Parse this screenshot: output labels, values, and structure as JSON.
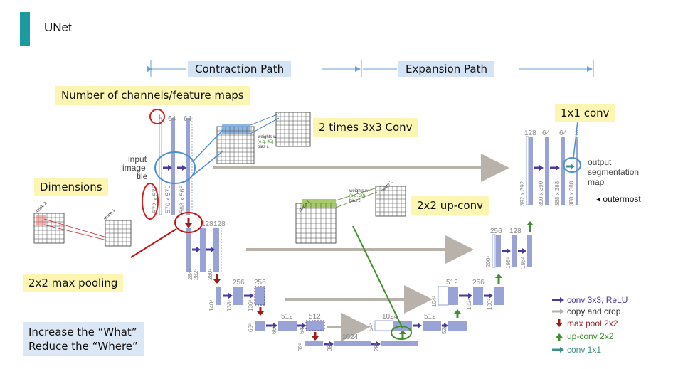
{
  "slide": {
    "title": "UNet"
  },
  "paths": {
    "contraction": "Contraction Path",
    "expansion": "Expansion Path"
  },
  "callouts": {
    "channels": "Number of channels/feature maps",
    "conv3x3": "2 times 3x3 Conv",
    "dimensions": "Dimensions",
    "upconv": "2x2 up-conv",
    "maxpool": "2x2 max pooling",
    "conv1x1": "1x1 conv",
    "what": "Increase the “What”",
    "where": "Reduce the “Where”"
  },
  "note": {
    "outermost": "◂ outermost"
  },
  "diagram": {
    "input_label": [
      "input",
      "image",
      "tile"
    ],
    "output_label": [
      "output",
      "segmentation",
      "map"
    ],
    "channel_labels": {
      "c1": "1",
      "c64a": "64",
      "c64b": "64",
      "c128a": "128",
      "c128b": "128",
      "c256a": "256",
      "c256b": "256",
      "c512a": "512",
      "c512b": "512",
      "c1024a": "1024",
      "c1024b": "1024",
      "e512a": "512",
      "e512b": "512",
      "e256a": "256",
      "e256b": "256",
      "e128a": "128",
      "e128b": "128",
      "e64a": "64",
      "e64b": "64",
      "e2": "2"
    },
    "size_labels": {
      "s572": "572 x 572",
      "s570": "570 x 570",
      "s568": "568 x 568",
      "s284": "284²",
      "s282": "282²",
      "s280": "280²",
      "s140": "140²",
      "s138": "138²",
      "s136": "136²",
      "s68": "68²",
      "s66": "66²",
      "s64": "64²",
      "s32": "32²",
      "s30": "30²",
      "s28": "28²",
      "s54": "54²",
      "s52": "52²",
      "s104": "104²",
      "s102": "102²",
      "s100": "100²",
      "s200": "200²",
      "s198": "198²",
      "s196": "196²",
      "s392": "392 x 392",
      "s390": "390 x 390",
      "s388a": "388 x 388",
      "s388b": "388 x 388"
    },
    "kernel_labels": {
      "weights1": "weights w",
      "eg1": "(e.g. 45)",
      "bias1": "bias c",
      "weights2": "weights w",
      "eg2": "(e.g. 20)",
      "bias2": "bias c",
      "stride1a": "stride 1",
      "stride2a": "stride 2",
      "stride1b": "stride 1",
      "stride2b": "stride 2"
    },
    "legend": [
      {
        "label": "conv 3x3, ReLU",
        "color": "#4a3aa0",
        "icon": "right-arrow"
      },
      {
        "label": "copy and crop",
        "color": "#b8b2aa",
        "icon": "right-arrow"
      },
      {
        "label": "max pool 2x2",
        "color": "#9b1c1c",
        "icon": "down-arrow"
      },
      {
        "label": "up-conv 2x2",
        "color": "#3f8f2f",
        "icon": "up-arrow"
      },
      {
        "label": "conv 1x1",
        "color": "#3f8f86",
        "icon": "right-arrow"
      }
    ]
  },
  "colors": {
    "accent": "#1b9aa0",
    "feature_map": "#9aa3d6",
    "highlight_red": "#d21f1f",
    "highlight_blue": "#4a8fd6",
    "highlight_green": "#3f8f2f"
  }
}
